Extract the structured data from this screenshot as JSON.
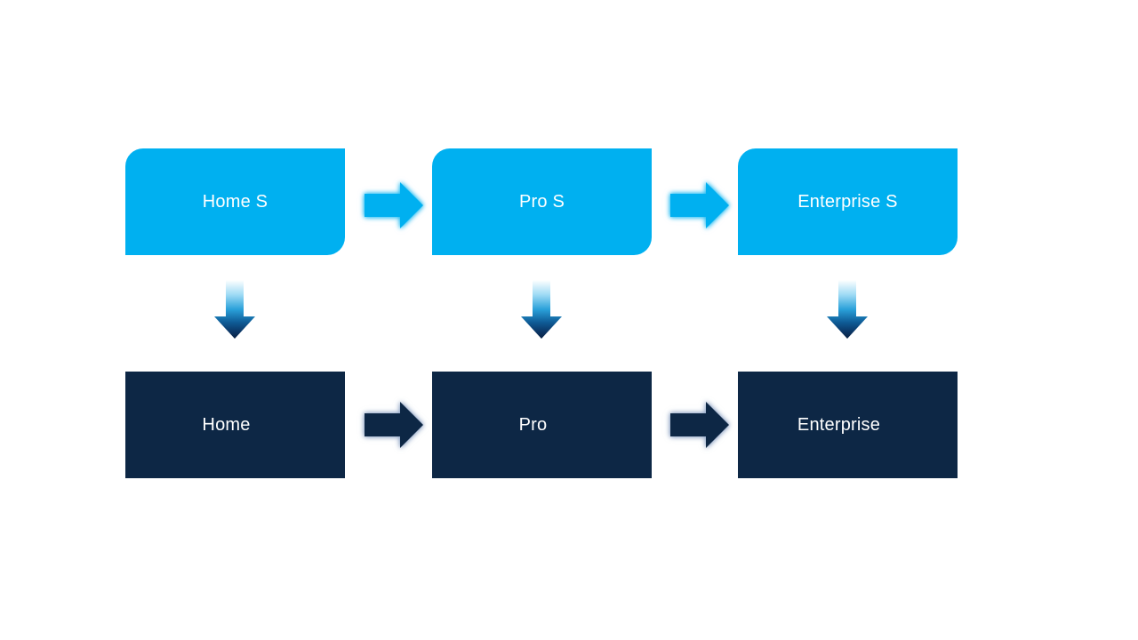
{
  "diagram": {
    "top_row": {
      "items": [
        {
          "label": "Home S"
        },
        {
          "label": "Pro S"
        },
        {
          "label": "Enterprise S"
        }
      ]
    },
    "bottom_row": {
      "items": [
        {
          "label": "Home"
        },
        {
          "label": "Pro"
        },
        {
          "label": "Enterprise"
        }
      ]
    }
  },
  "colors": {
    "background": "#FFFFFF",
    "top_box_fill": "#00B0F0",
    "bottom_box_fill": "#0D2745",
    "label_color": "#FFFFFF",
    "right_arrow_top_fill": "#00B0F0",
    "right_arrow_bottom_fill": "#0D2745",
    "down_arrow_gradient": [
      "#FFFFFF",
      "#9FDBF5",
      "#2AA1DA",
      "#0F5C97",
      "#0B3666",
      "#0A2142"
    ]
  }
}
